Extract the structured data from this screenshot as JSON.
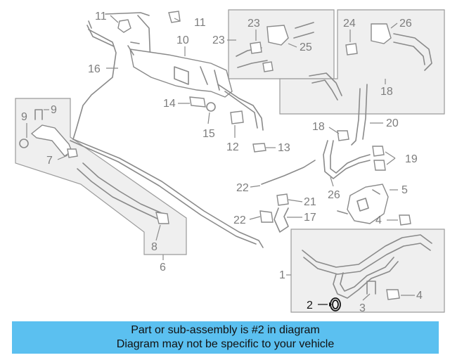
{
  "diagram": {
    "callouts": [
      {
        "id": "c1",
        "label": "1"
      },
      {
        "id": "c2",
        "label": "2"
      },
      {
        "id": "c3",
        "label": "3"
      },
      {
        "id": "c4a",
        "label": "4"
      },
      {
        "id": "c4b",
        "label": "4"
      },
      {
        "id": "c5",
        "label": "5"
      },
      {
        "id": "c6",
        "label": "6"
      },
      {
        "id": "c7",
        "label": "7"
      },
      {
        "id": "c8",
        "label": "8"
      },
      {
        "id": "c9a",
        "label": "9"
      },
      {
        "id": "c9b",
        "label": "9"
      },
      {
        "id": "c10",
        "label": "10"
      },
      {
        "id": "c11a",
        "label": "11"
      },
      {
        "id": "c11b",
        "label": "11"
      },
      {
        "id": "c12",
        "label": "12"
      },
      {
        "id": "c13",
        "label": "13"
      },
      {
        "id": "c14",
        "label": "14"
      },
      {
        "id": "c15",
        "label": "15"
      },
      {
        "id": "c16",
        "label": "16"
      },
      {
        "id": "c17",
        "label": "17"
      },
      {
        "id": "c18a",
        "label": "18"
      },
      {
        "id": "c18b",
        "label": "18"
      },
      {
        "id": "c19",
        "label": "19"
      },
      {
        "id": "c20",
        "label": "20"
      },
      {
        "id": "c21",
        "label": "21"
      },
      {
        "id": "c22a",
        "label": "22"
      },
      {
        "id": "c22b",
        "label": "22"
      },
      {
        "id": "c23a",
        "label": "23"
      },
      {
        "id": "c23b",
        "label": "23"
      },
      {
        "id": "c24",
        "label": "24"
      },
      {
        "id": "c25",
        "label": "25"
      },
      {
        "id": "c26a",
        "label": "26"
      },
      {
        "id": "c26b",
        "label": "26"
      }
    ],
    "highlighted_part": "2",
    "highlight_color": "#111111",
    "line_color": "#8a8a8a"
  },
  "banner": {
    "line1": "Part or sub-assembly is #2 in diagram",
    "line2": "Diagram may not be specific to your vehicle",
    "background": "#5bc0f0"
  }
}
